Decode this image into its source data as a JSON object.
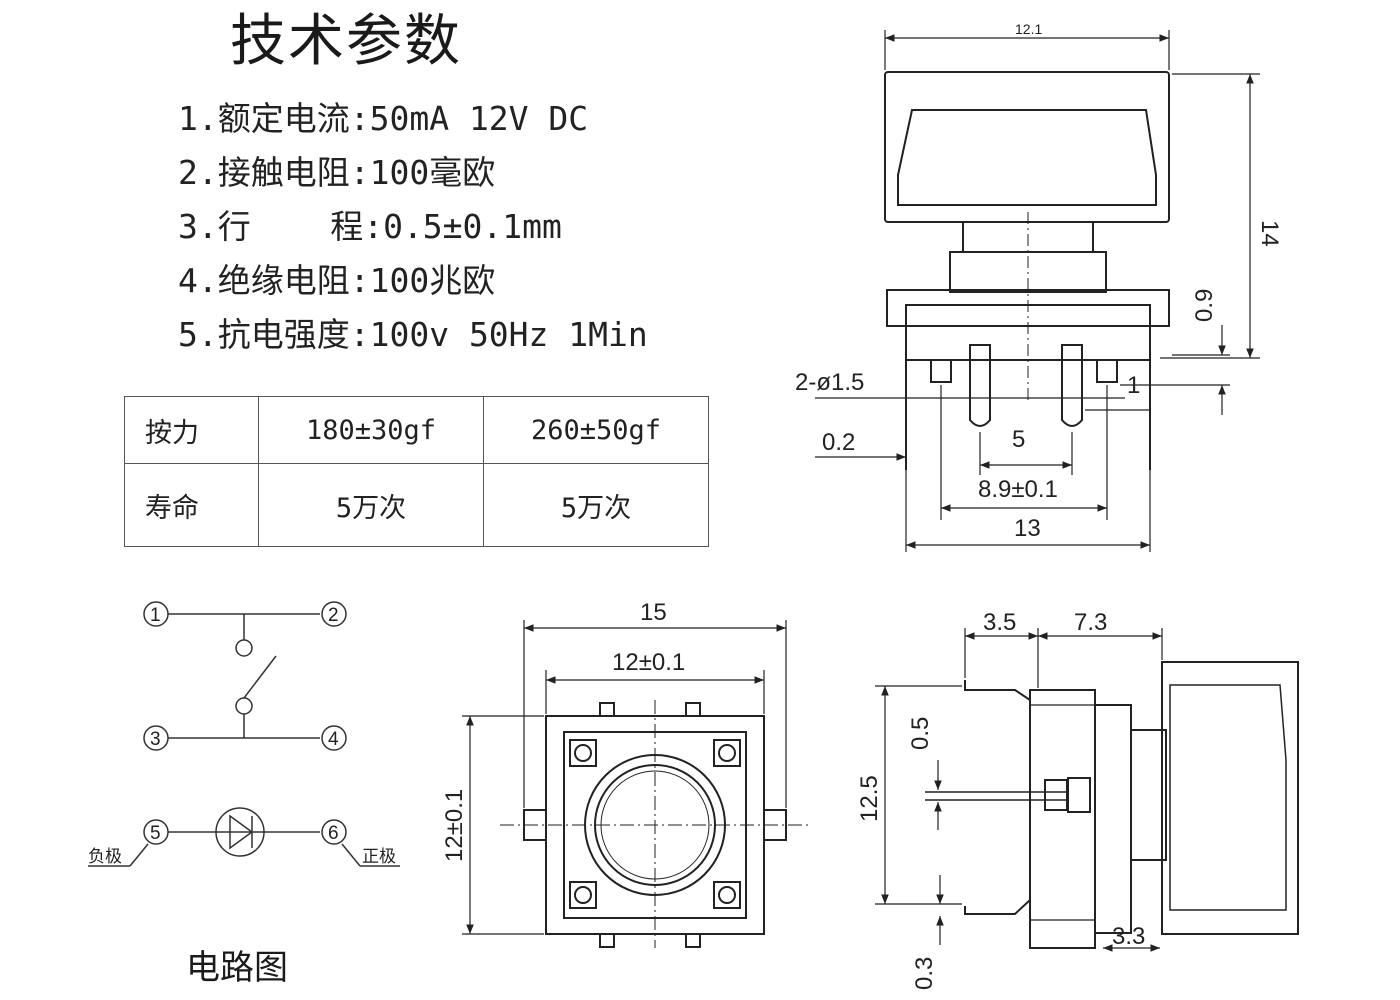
{
  "title": "技术参数",
  "specs": [
    "1.额定电流:50mA 12V DC",
    "2.接触电阻:100毫欧",
    "3.行    程:0.5±0.1mm",
    "4.绝缘电阻:100兆欧",
    "5.抗电强度:100v 50Hz 1Min"
  ],
  "table": {
    "rows": [
      {
        "label": "按力",
        "values": [
          "180±30gf",
          "260±50gf"
        ]
      },
      {
        "label": "寿命",
        "values": [
          "5万次",
          "5万次"
        ]
      }
    ]
  },
  "circuit": {
    "title": "电路图",
    "pins": [
      "1",
      "2",
      "3",
      "4",
      "5",
      "6"
    ],
    "negative_label": "负极",
    "positive_label": "正极"
  },
  "dimensions": {
    "side_view": {
      "top_width": "12.1",
      "height": "14",
      "leg_gap": "0.9",
      "pin_dia": "2-ø1.5",
      "leg_thk": "0.2",
      "pin_one": "1",
      "pin_pitch": "5",
      "span": "8.9±0.1",
      "body_width": "13"
    },
    "bottom_view": {
      "overall": "15",
      "inner": "12±0.1",
      "vertical": "12±0.1"
    },
    "right_view": {
      "top_left": "3.5",
      "top_right": "7.3",
      "height": "12.5",
      "gap_top": "0.5",
      "gap_bottom": "0.3",
      "bottom": "3.3"
    }
  }
}
